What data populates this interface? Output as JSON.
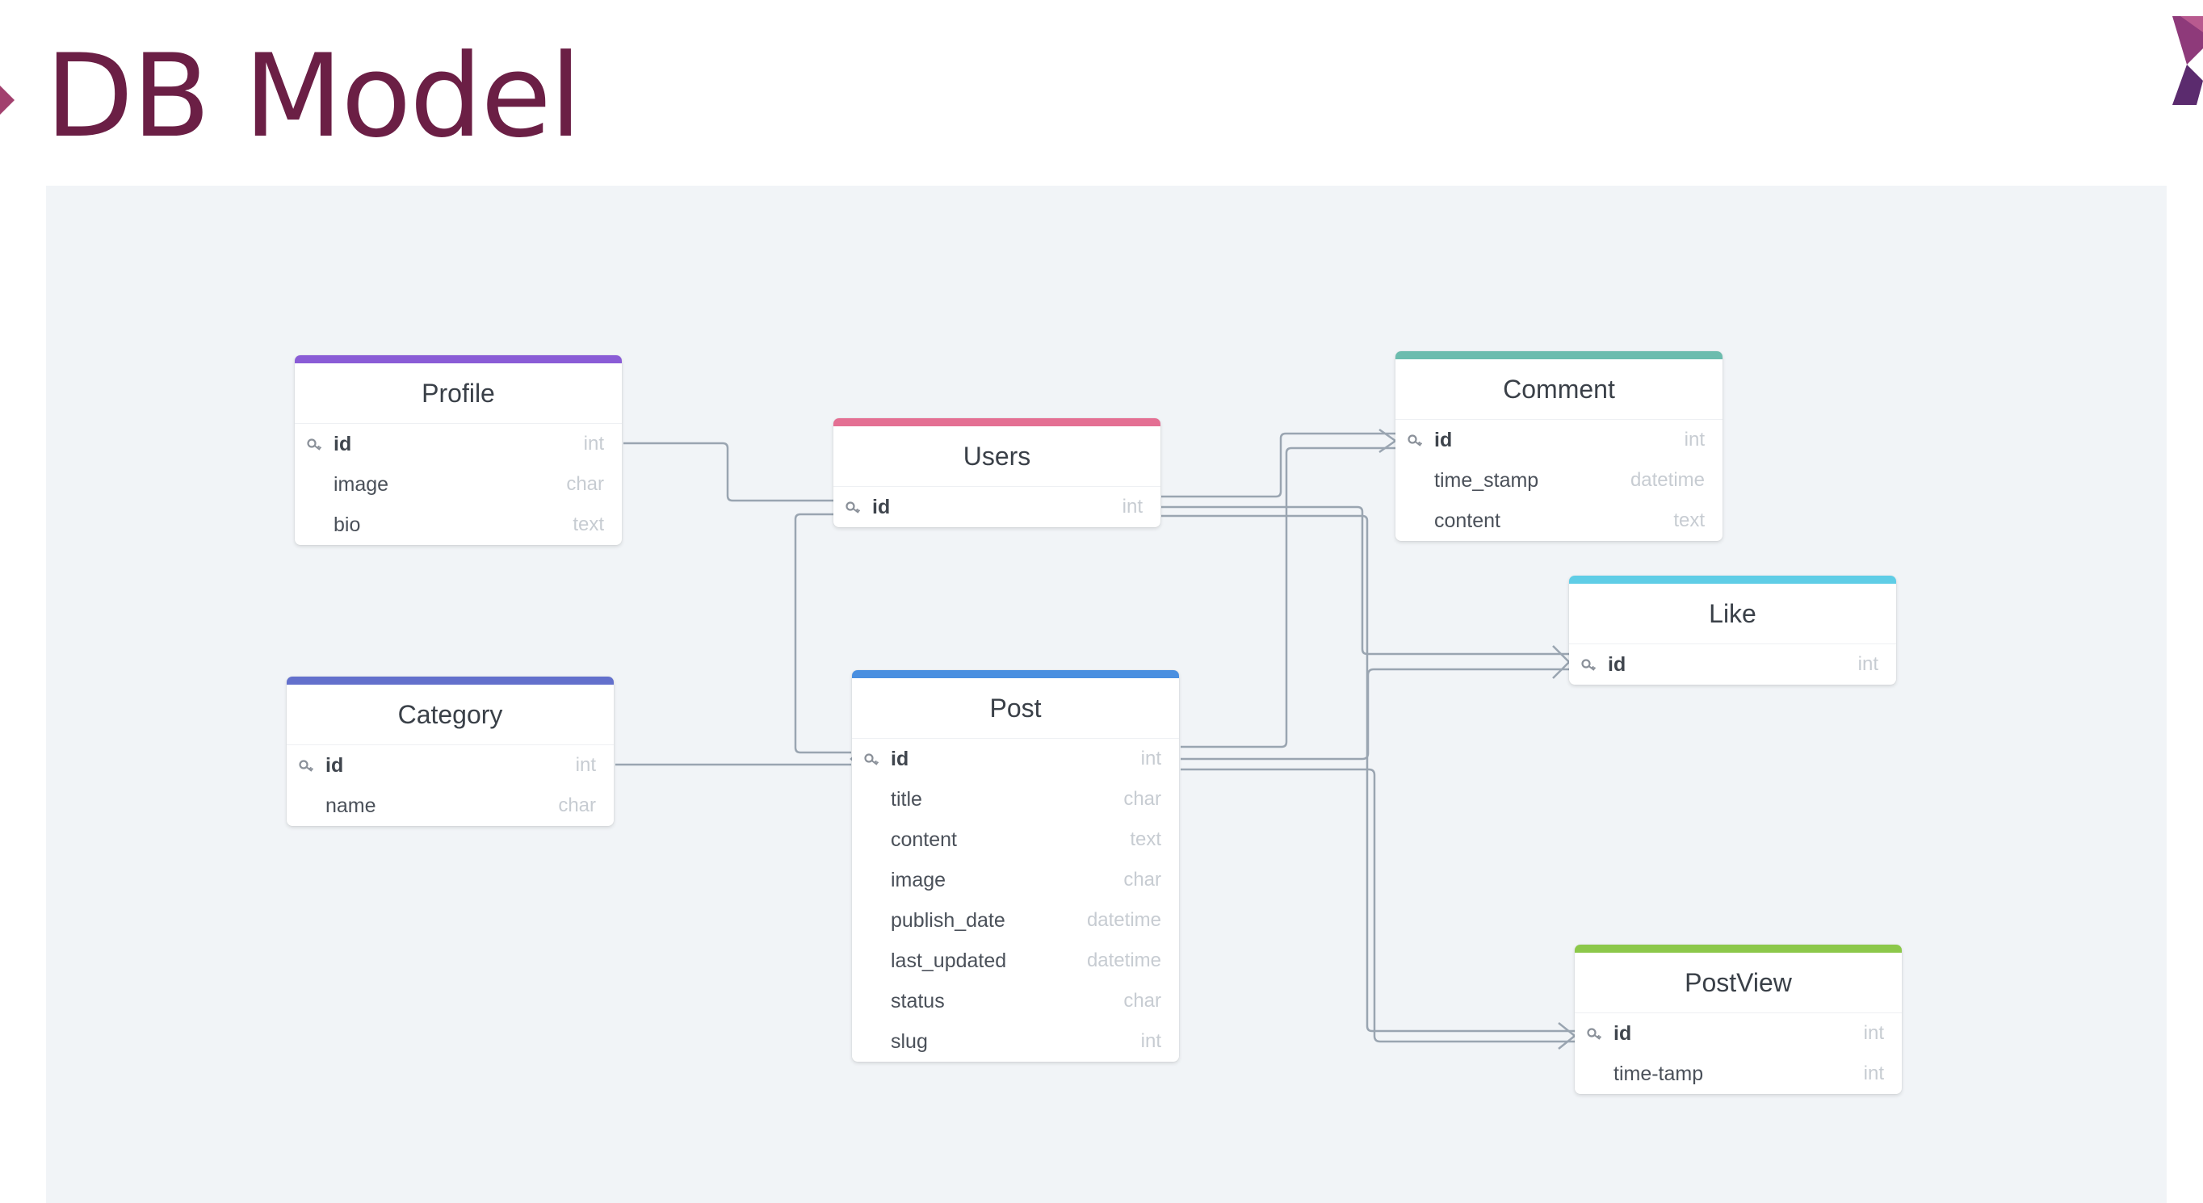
{
  "slide": {
    "title": "DB Model"
  },
  "colors": {
    "title": "#6b1f45",
    "canvas": "#f1f4f7",
    "connector": "#9aa5b1",
    "profile": "#8a5cd6",
    "users": "#e46f93",
    "comment": "#6cbcae",
    "like": "#5fcde6",
    "category": "#6370cc",
    "post": "#4a8fe0",
    "postview": "#8cc84a"
  },
  "tables": {
    "profile": {
      "name": "Profile",
      "fields": [
        {
          "name": "id",
          "type": "int",
          "pk": true
        },
        {
          "name": "image",
          "type": "char"
        },
        {
          "name": "bio",
          "type": "text"
        }
      ]
    },
    "users": {
      "name": "Users",
      "fields": [
        {
          "name": "id",
          "type": "int",
          "pk": true
        }
      ]
    },
    "comment": {
      "name": "Comment",
      "fields": [
        {
          "name": "id",
          "type": "int",
          "pk": true
        },
        {
          "name": "time_stamp",
          "type": "datetime"
        },
        {
          "name": "content",
          "type": "text"
        }
      ]
    },
    "like": {
      "name": "Like",
      "fields": [
        {
          "name": "id",
          "type": "int",
          "pk": true
        }
      ]
    },
    "category": {
      "name": "Category",
      "fields": [
        {
          "name": "id",
          "type": "int",
          "pk": true
        },
        {
          "name": "name",
          "type": "char"
        }
      ]
    },
    "post": {
      "name": "Post",
      "fields": [
        {
          "name": "id",
          "type": "int",
          "pk": true
        },
        {
          "name": "title",
          "type": "char"
        },
        {
          "name": "content",
          "type": "text"
        },
        {
          "name": "image",
          "type": "char"
        },
        {
          "name": "publish_date",
          "type": "datetime"
        },
        {
          "name": "last_updated",
          "type": "datetime"
        },
        {
          "name": "status",
          "type": "char"
        },
        {
          "name": "slug",
          "type": "int"
        }
      ]
    },
    "postview": {
      "name": "PostView",
      "fields": [
        {
          "name": "id",
          "type": "int",
          "pk": true
        },
        {
          "name": "time-tamp",
          "type": "int"
        }
      ]
    }
  },
  "relationships": [
    {
      "from": "profile",
      "to": "users",
      "type": "one-to-one"
    },
    {
      "from": "users",
      "to": "comment",
      "type": "one-to-many"
    },
    {
      "from": "users",
      "to": "like",
      "type": "one-to-many"
    },
    {
      "from": "users",
      "to": "post",
      "type": "one-to-many"
    },
    {
      "from": "category",
      "to": "post",
      "type": "one-to-many"
    },
    {
      "from": "post",
      "to": "comment",
      "type": "one-to-many"
    },
    {
      "from": "post",
      "to": "like",
      "type": "one-to-many"
    },
    {
      "from": "post",
      "to": "postview",
      "type": "one-to-many"
    },
    {
      "from": "users",
      "to": "postview",
      "type": "one-to-many"
    }
  ],
  "icons": {
    "primary_key": "key-icon",
    "crow_foot": "crow-foot-icon"
  }
}
